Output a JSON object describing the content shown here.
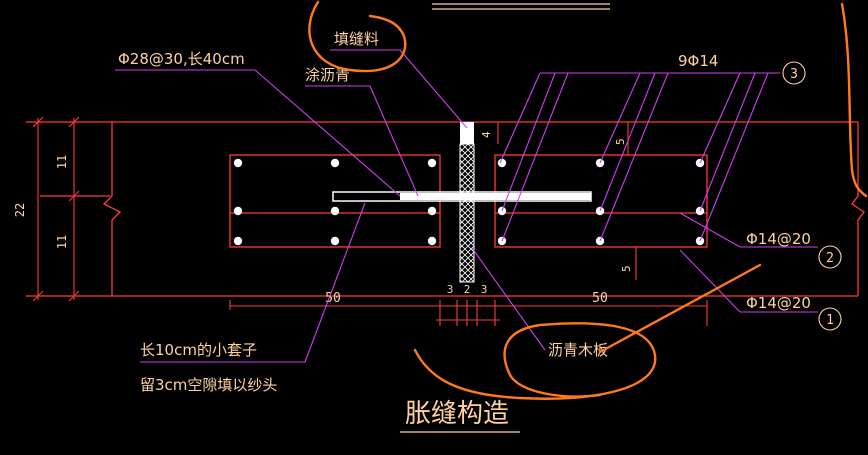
{
  "title": "胀缝构造",
  "annotations": {
    "dowel": "Φ28@30,长40cm",
    "fill_material": "填缝料",
    "asphalt_coat": "涂沥青",
    "rebar_group": "9Φ14",
    "rebar_group_no": "3",
    "bar_2": "Φ14@20",
    "bar_2_no": "2",
    "bar_1": "Φ14@20",
    "bar_1_no": "1",
    "sleeve": "长10cm的小套子",
    "gap_note": "留3cm空隙填以纱头",
    "asphalt_board": "沥青木板"
  },
  "dimensions": {
    "total_height": "22",
    "upper_half": "11",
    "lower_half": "11",
    "left_width": "50",
    "right_width": "50",
    "gap_a": "3",
    "gap_b": "2",
    "gap_c": "3",
    "top_cover": "4",
    "right_top_cover": "5",
    "right_bottom_cover": "5"
  },
  "colors": {
    "background": "#000000",
    "outline": "#ff3b3b",
    "leader": "#d23cf0",
    "text": "#ffd2a0",
    "highlight": "#ff7a1a",
    "title": "#ffd2a0",
    "white": "#ffffff"
  }
}
